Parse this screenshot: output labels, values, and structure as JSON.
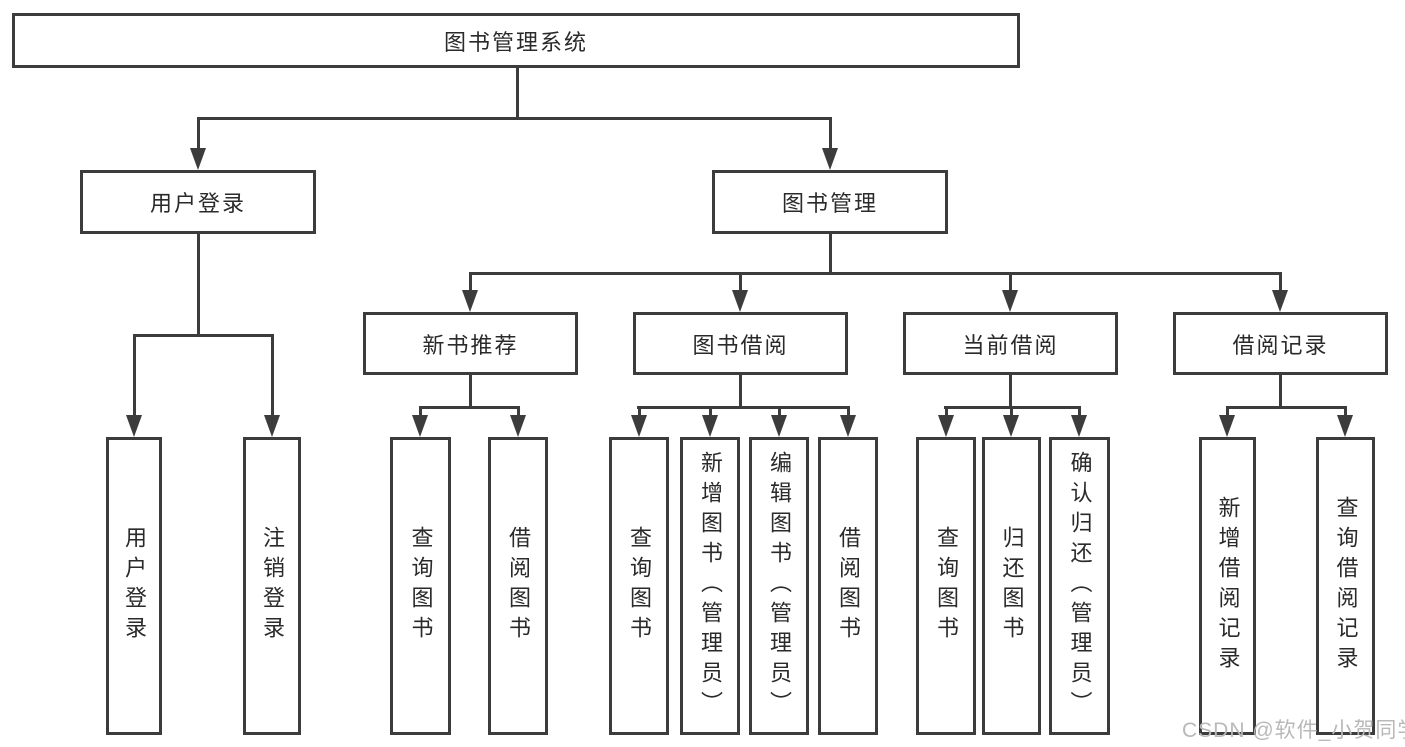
{
  "diagram": {
    "root": {
      "label": "图书管理系统"
    },
    "level2": {
      "user_login": {
        "label": "用户登录"
      },
      "book_mgmt": {
        "label": "图书管理"
      }
    },
    "level3": {
      "new_book": {
        "label": "新书推荐"
      },
      "book_borrow": {
        "label": "图书借阅"
      },
      "current_borrow": {
        "label": "当前借阅"
      },
      "borrow_record": {
        "label": "借阅记录"
      }
    },
    "leaves": {
      "user_login": {
        "label": "用户登录"
      },
      "logout": {
        "label": "注销登录"
      },
      "nb_query": {
        "label": "查询图书"
      },
      "nb_borrow": {
        "label": "借阅图书"
      },
      "bb_query": {
        "label": "查询图书"
      },
      "bb_add": {
        "label": "新增图书（管理员）"
      },
      "bb_edit": {
        "label": "编辑图书（管理员）"
      },
      "bb_borrow": {
        "label": "借阅图书"
      },
      "cb_query": {
        "label": "查询图书"
      },
      "cb_return": {
        "label": "归还图书"
      },
      "cb_confirm": {
        "label": "确认归还（管理员）"
      },
      "br_add": {
        "label": "新增借阅记录"
      },
      "br_query": {
        "label": "查询借阅记录"
      }
    },
    "colors": {
      "line": "#3c3c3c",
      "text": "#2a2a2a",
      "background": "#ffffff",
      "watermark": "#b9b9b9"
    }
  },
  "watermark": {
    "text": "CSDN @软件_小贺同学"
  }
}
